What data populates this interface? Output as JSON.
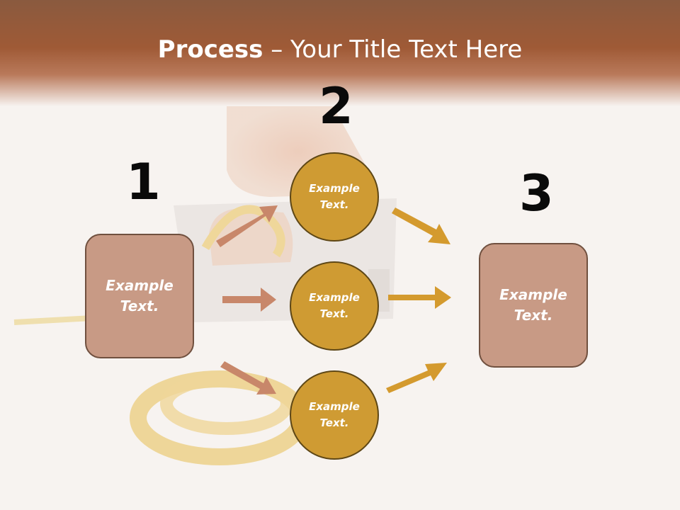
{
  "title": {
    "bold": "Process",
    "separator": " – ",
    "rest": "Your Title Text Here"
  },
  "steps": {
    "one": "1",
    "two": "2",
    "three": "3"
  },
  "left_box": {
    "text_line1": "Example",
    "text_line2": "Text."
  },
  "right_box": {
    "text_line1": "Example",
    "text_line2": "Text."
  },
  "circles": [
    {
      "line1": "Example",
      "line2": "Text."
    },
    {
      "line1": "Example",
      "line2": "Text."
    },
    {
      "line1": "Example",
      "line2": "Text."
    }
  ],
  "colors": {
    "header_brown": "#9f5a36",
    "box_fill": "#c89a85",
    "box_border": "#70503f",
    "circle_fill": "#cf9b33",
    "circle_border": "#5e4716",
    "arrow_left": "#c8876a",
    "arrow_right": "#d49a2e"
  }
}
